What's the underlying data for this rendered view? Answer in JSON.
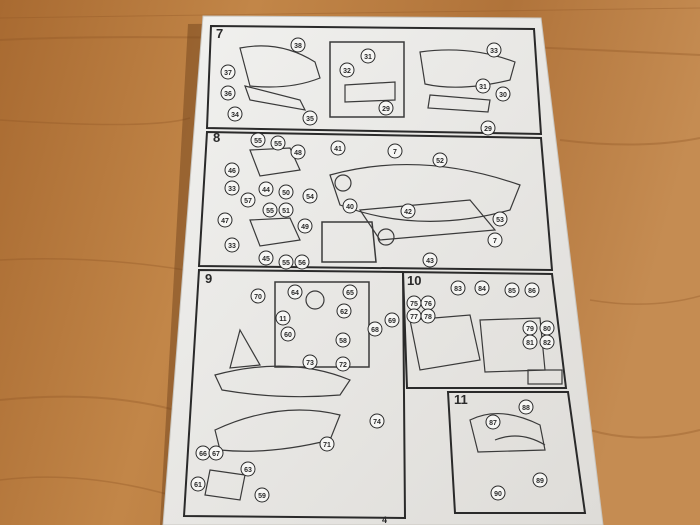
{
  "steps": [
    {
      "number": "7",
      "parts": [
        "38",
        "37",
        "36",
        "34",
        "35",
        "31",
        "32",
        "29",
        "33",
        "31",
        "30",
        "29"
      ]
    },
    {
      "number": "8",
      "parts": [
        "55",
        "55",
        "48",
        "46",
        "44",
        "33",
        "50",
        "54",
        "57",
        "51",
        "55",
        "47",
        "49",
        "33",
        "45",
        "56",
        "55",
        "41",
        "40",
        "7",
        "52",
        "42",
        "53",
        "43",
        "7"
      ]
    },
    {
      "number": "9",
      "parts": [
        "70",
        "64",
        "65",
        "11",
        "62",
        "69",
        "60",
        "68",
        "58",
        "73",
        "72",
        "71",
        "74",
        "66",
        "67",
        "63",
        "61",
        "59"
      ]
    },
    {
      "number": "10",
      "parts": [
        "75",
        "76",
        "83",
        "84",
        "85",
        "86",
        "77",
        "78",
        "79",
        "80",
        "81",
        "82"
      ]
    },
    {
      "number": "11",
      "parts": [
        "87",
        "88",
        "89",
        "90"
      ]
    }
  ],
  "footer": {
    "page_number": "4"
  },
  "colors": {
    "wood": "#b77a3e",
    "paper": "#ecebea",
    "ink": "#2a2a2a"
  }
}
